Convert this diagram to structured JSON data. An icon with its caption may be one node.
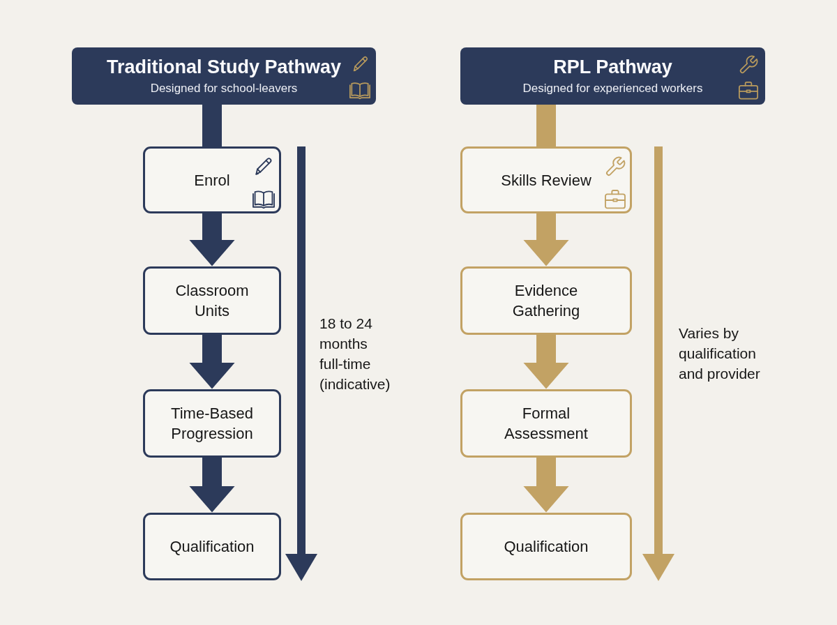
{
  "diagram": {
    "nodes": [
      {
        "text": [
          "Traditional Study Pathway",
          "Designed for school-leavers"
        ]
      },
      {
        "text": [
          "Enrol"
        ]
      },
      {
        "text": [
          "Classroom Units"
        ]
      },
      {
        "text": [
          "Time-Based Progression"
        ]
      },
      {
        "text": [
          "Qualification"
        ]
      },
      {
        "text": [
          "RPL Pathway",
          "Designed for experienced workers"
        ]
      },
      {
        "text": [
          "Skills Review"
        ]
      },
      {
        "text": [
          "Evidence Gathering"
        ]
      },
      {
        "text": [
          "Formal Assessment"
        ]
      },
      {
        "text": [
          "Qualification"
        ]
      }
    ],
    "edges": [
      {
        "from": 0,
        "to": 1,
        "arrow": "none"
      },
      {
        "from": 1,
        "to": 2,
        "arrow": "to"
      },
      {
        "from": 2,
        "to": 3,
        "arrow": "to"
      },
      {
        "from": 3,
        "to": 4,
        "arrow": "to"
      },
      {
        "from": 5,
        "to": 6,
        "arrow": "none",
        "color": "#c2a264"
      },
      {
        "from": 6,
        "to": 7,
        "arrow": "to",
        "color": "#c2a264"
      },
      {
        "from": 7,
        "to": 8,
        "arrow": "to",
        "color": "#c2a264"
      },
      {
        "from": 8,
        "to": 9,
        "arrow": "to",
        "color": "#c2a264"
      }
    ],
    "labels": [
      "18 to 24 months full-time (indicative)",
      "Varies by qualification and provider"
    ]
  }
}
